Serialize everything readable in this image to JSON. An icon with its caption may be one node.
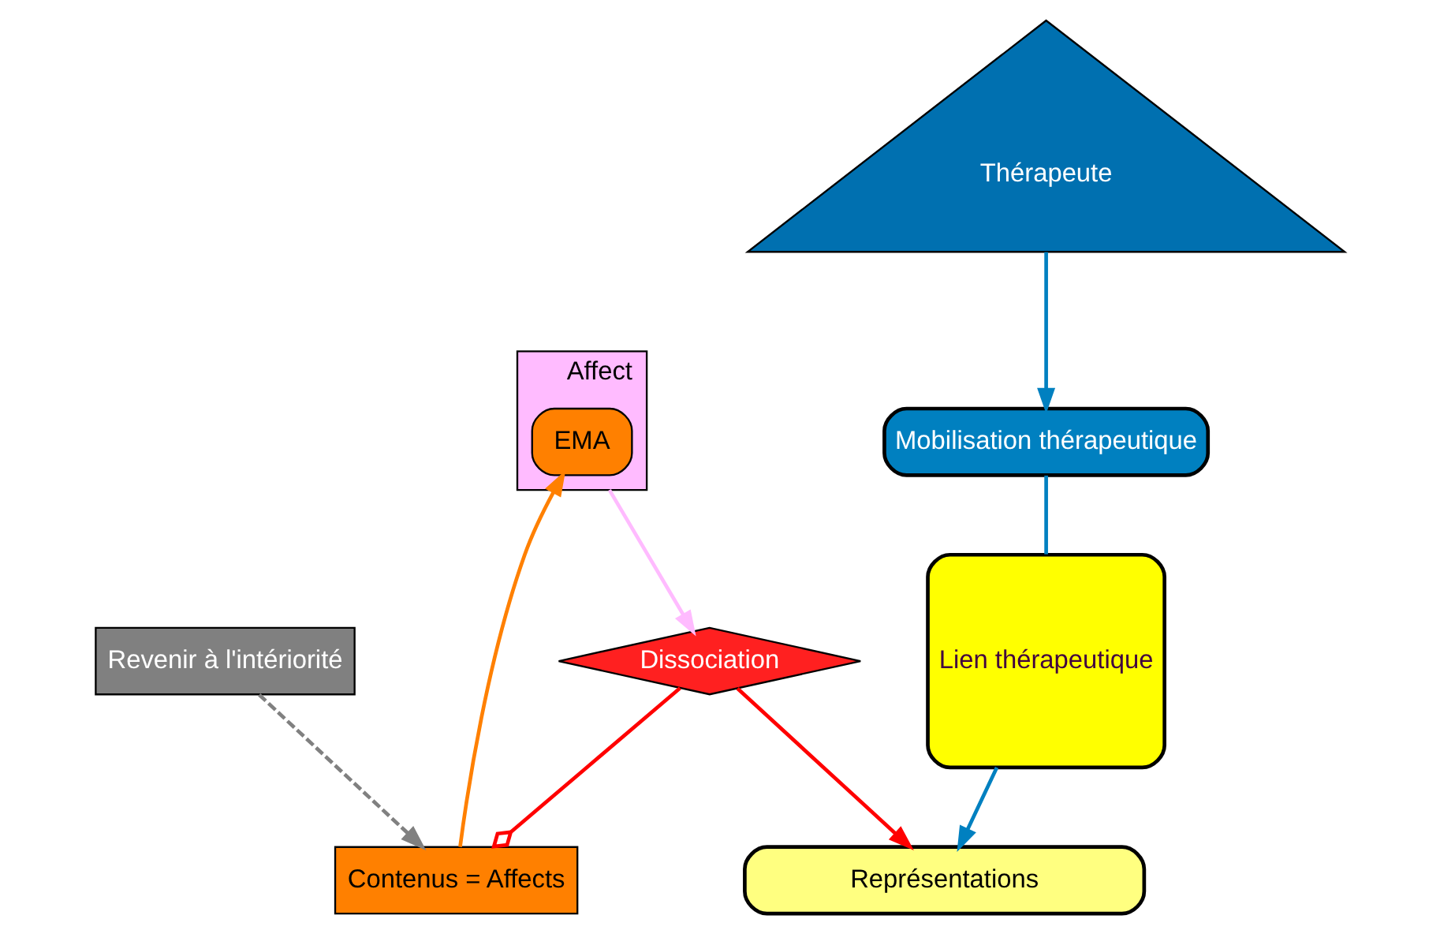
{
  "diagram": {
    "nodes": [
      {
        "text": [
          "Revenir à l'intériorité"
        ]
      },
      {
        "text": [
          "Contenus = Affects"
        ]
      },
      {
        "text": [
          "Mobilisation thérapeutique"
        ]
      },
      {
        "text": [
          "Lien thérapeutique"
        ]
      },
      {
        "text": [
          "Représentations"
        ]
      },
      {
        "text": [
          "Dissociation"
        ]
      },
      {
        "text": [
          "Affect"
        ]
      },
      {
        "text": [
          "EMA"
        ],
        "in": 6
      },
      {
        "text": [
          "Thérapeute"
        ]
      }
    ],
    "edges": [
      {
        "from": 0,
        "to": 1,
        "arrow": "to",
        "style": "dashed",
        "color": "#808080"
      },
      {
        "from": 1,
        "to": 7,
        "arrow": "to",
        "color": "#ff8000"
      },
      {
        "from": 8,
        "to": 2,
        "arrow": "to"
      },
      {
        "from": 2,
        "to": 3,
        "arrow": "none"
      },
      {
        "from": 3,
        "to": 4,
        "arrow": "to"
      },
      {
        "from": 5,
        "to": 1,
        "arrow": "other",
        "color": "#ff0000"
      },
      {
        "from": 5,
        "to": 4,
        "arrow": "to",
        "color": "#ff0000"
      },
      {
        "from": 6,
        "to": 5,
        "arrow": "to",
        "color": "#ffbbff"
      }
    ]
  }
}
